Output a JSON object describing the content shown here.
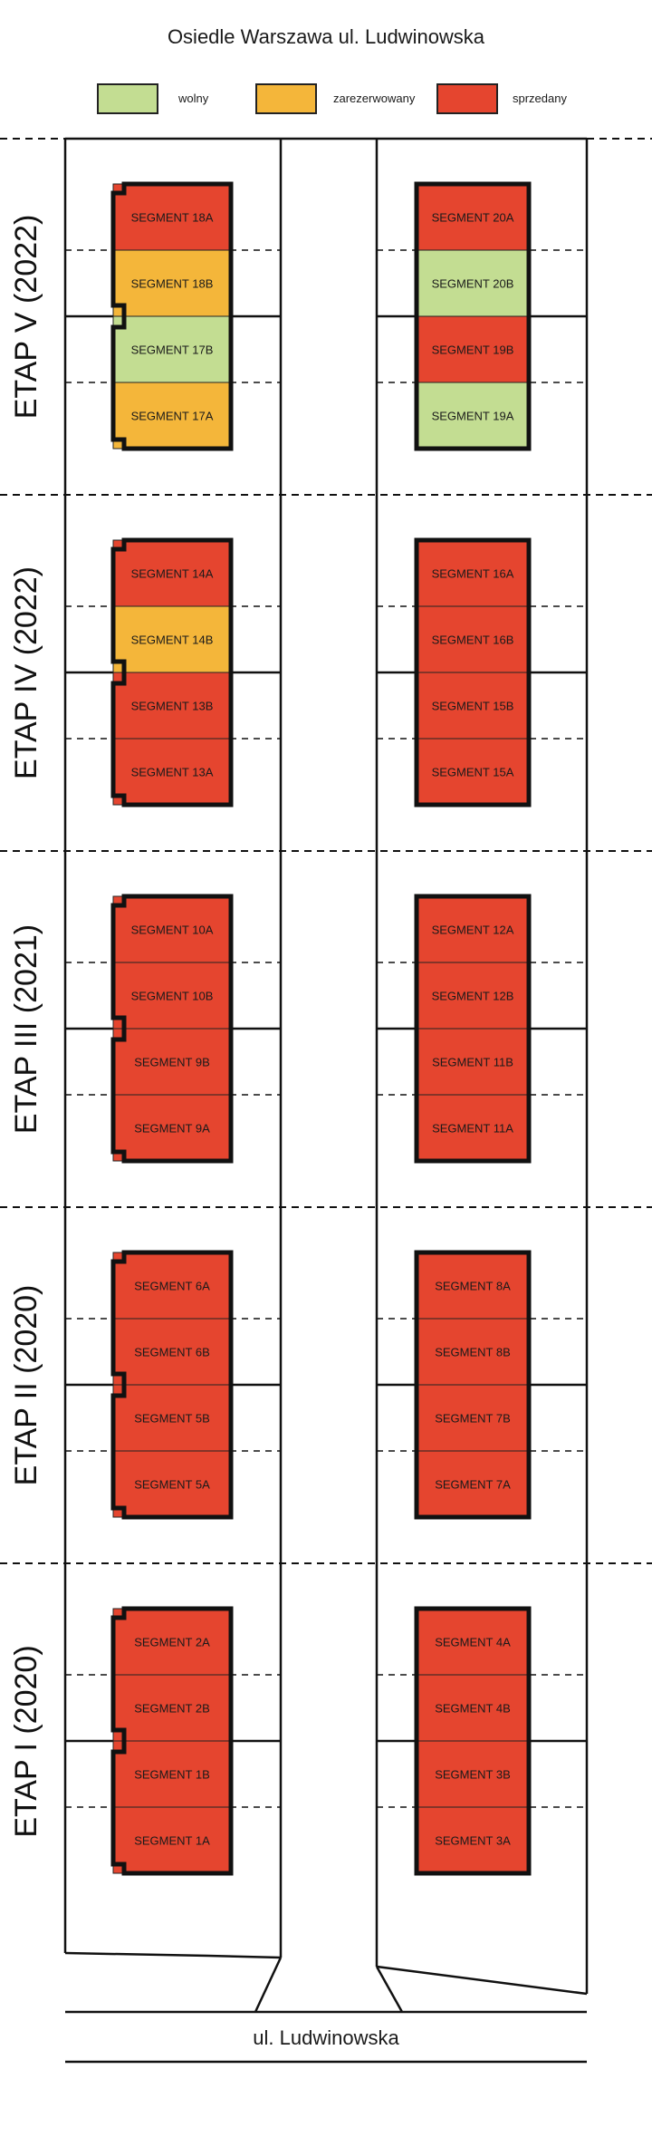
{
  "title": "Osiedle Warszawa ul. Ludwinowska",
  "colors": {
    "wolny": "#c3dd92",
    "zarezerwowany": "#f4b63a",
    "sprzedany": "#e5452f",
    "outline": "#111111"
  },
  "legend": [
    {
      "key": "wolny",
      "label": "wolny"
    },
    {
      "key": "zarezerwowany",
      "label": "zarezerwowany"
    },
    {
      "key": "sprzedany",
      "label": "sprzedany"
    }
  ],
  "street": "ul. Ludwinowska",
  "stages": [
    {
      "label": "ETAP V (2022)",
      "left": [
        {
          "label": "SEGMENT 18A",
          "status": "sprzedany"
        },
        {
          "label": "SEGMENT 18B",
          "status": "zarezerwowany"
        },
        {
          "label": "SEGMENT 17B",
          "status": "wolny"
        },
        {
          "label": "SEGMENT 17A",
          "status": "zarezerwowany"
        }
      ],
      "right": [
        {
          "label": "SEGMENT 20A",
          "status": "sprzedany"
        },
        {
          "label": "SEGMENT 20B",
          "status": "wolny"
        },
        {
          "label": "SEGMENT 19B",
          "status": "sprzedany"
        },
        {
          "label": "SEGMENT 19A",
          "status": "wolny"
        }
      ]
    },
    {
      "label": "ETAP IV (2022)",
      "left": [
        {
          "label": "SEGMENT 14A",
          "status": "sprzedany"
        },
        {
          "label": "SEGMENT 14B",
          "status": "zarezerwowany"
        },
        {
          "label": "SEGMENT 13B",
          "status": "sprzedany"
        },
        {
          "label": "SEGMENT 13A",
          "status": "sprzedany"
        }
      ],
      "right": [
        {
          "label": "SEGMENT 16A",
          "status": "sprzedany"
        },
        {
          "label": "SEGMENT 16B",
          "status": "sprzedany"
        },
        {
          "label": "SEGMENT 15B",
          "status": "sprzedany"
        },
        {
          "label": "SEGMENT 15A",
          "status": "sprzedany"
        }
      ]
    },
    {
      "label": "ETAP III (2021)",
      "left": [
        {
          "label": "SEGMENT 10A",
          "status": "sprzedany"
        },
        {
          "label": "SEGMENT 10B",
          "status": "sprzedany"
        },
        {
          "label": "SEGMENT 9B",
          "status": "sprzedany"
        },
        {
          "label": "SEGMENT 9A",
          "status": "sprzedany"
        }
      ],
      "right": [
        {
          "label": "SEGMENT 12A",
          "status": "sprzedany"
        },
        {
          "label": "SEGMENT 12B",
          "status": "sprzedany"
        },
        {
          "label": "SEGMENT 11B",
          "status": "sprzedany"
        },
        {
          "label": "SEGMENT 11A",
          "status": "sprzedany"
        }
      ]
    },
    {
      "label": "ETAP II (2020)",
      "left": [
        {
          "label": "SEGMENT 6A",
          "status": "sprzedany"
        },
        {
          "label": "SEGMENT 6B",
          "status": "sprzedany"
        },
        {
          "label": "SEGMENT 5B",
          "status": "sprzedany"
        },
        {
          "label": "SEGMENT 5A",
          "status": "sprzedany"
        }
      ],
      "right": [
        {
          "label": "SEGMENT 8A",
          "status": "sprzedany"
        },
        {
          "label": "SEGMENT 8B",
          "status": "sprzedany"
        },
        {
          "label": "SEGMENT 7B",
          "status": "sprzedany"
        },
        {
          "label": "SEGMENT 7A",
          "status": "sprzedany"
        }
      ]
    },
    {
      "label": "ETAP I  (2020)",
      "left": [
        {
          "label": "SEGMENT 2A",
          "status": "sprzedany"
        },
        {
          "label": "SEGMENT 2B",
          "status": "sprzedany"
        },
        {
          "label": "SEGMENT 1B",
          "status": "sprzedany"
        },
        {
          "label": "SEGMENT 1A",
          "status": "sprzedany"
        }
      ],
      "right": [
        {
          "label": "SEGMENT 4A",
          "status": "sprzedany"
        },
        {
          "label": "SEGMENT 4B",
          "status": "sprzedany"
        },
        {
          "label": "SEGMENT 3B",
          "status": "sprzedany"
        },
        {
          "label": "SEGMENT 3A",
          "status": "sprzedany"
        }
      ]
    }
  ]
}
